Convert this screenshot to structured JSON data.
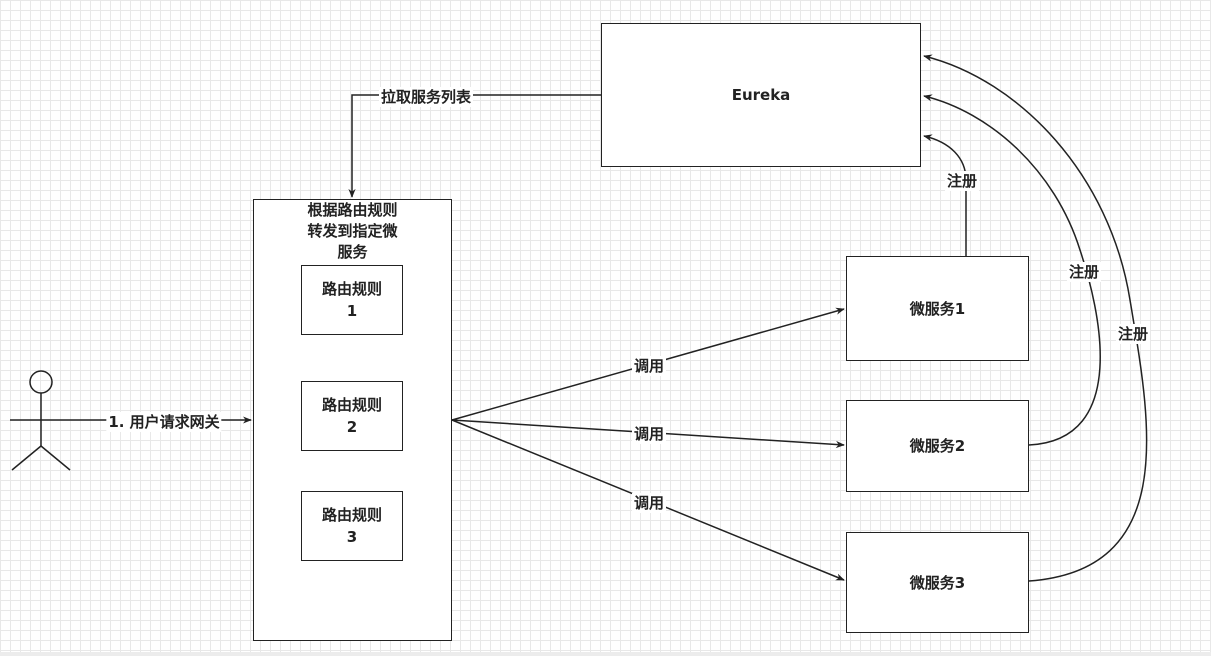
{
  "nodes": {
    "eureka": "Eureka",
    "gateway": "根据路由规则\n转发到指定微\n服务",
    "rule1": "路由规则\n1",
    "rule2": "路由规则\n2",
    "rule3": "路由规则\n3",
    "ms1": "微服务1",
    "ms2": "微服务2",
    "ms3": "微服务3"
  },
  "edges": {
    "user_request": "1. 用户请求网关",
    "pull_list": "拉取服务列表",
    "invoke1": "调用",
    "invoke2": "调用",
    "invoke3": "调用",
    "register1": "注册",
    "register2": "注册",
    "register3": "注册"
  },
  "colors": {
    "stroke": "#222222",
    "background": "#ffffff",
    "grid": "#e8e8e8"
  }
}
